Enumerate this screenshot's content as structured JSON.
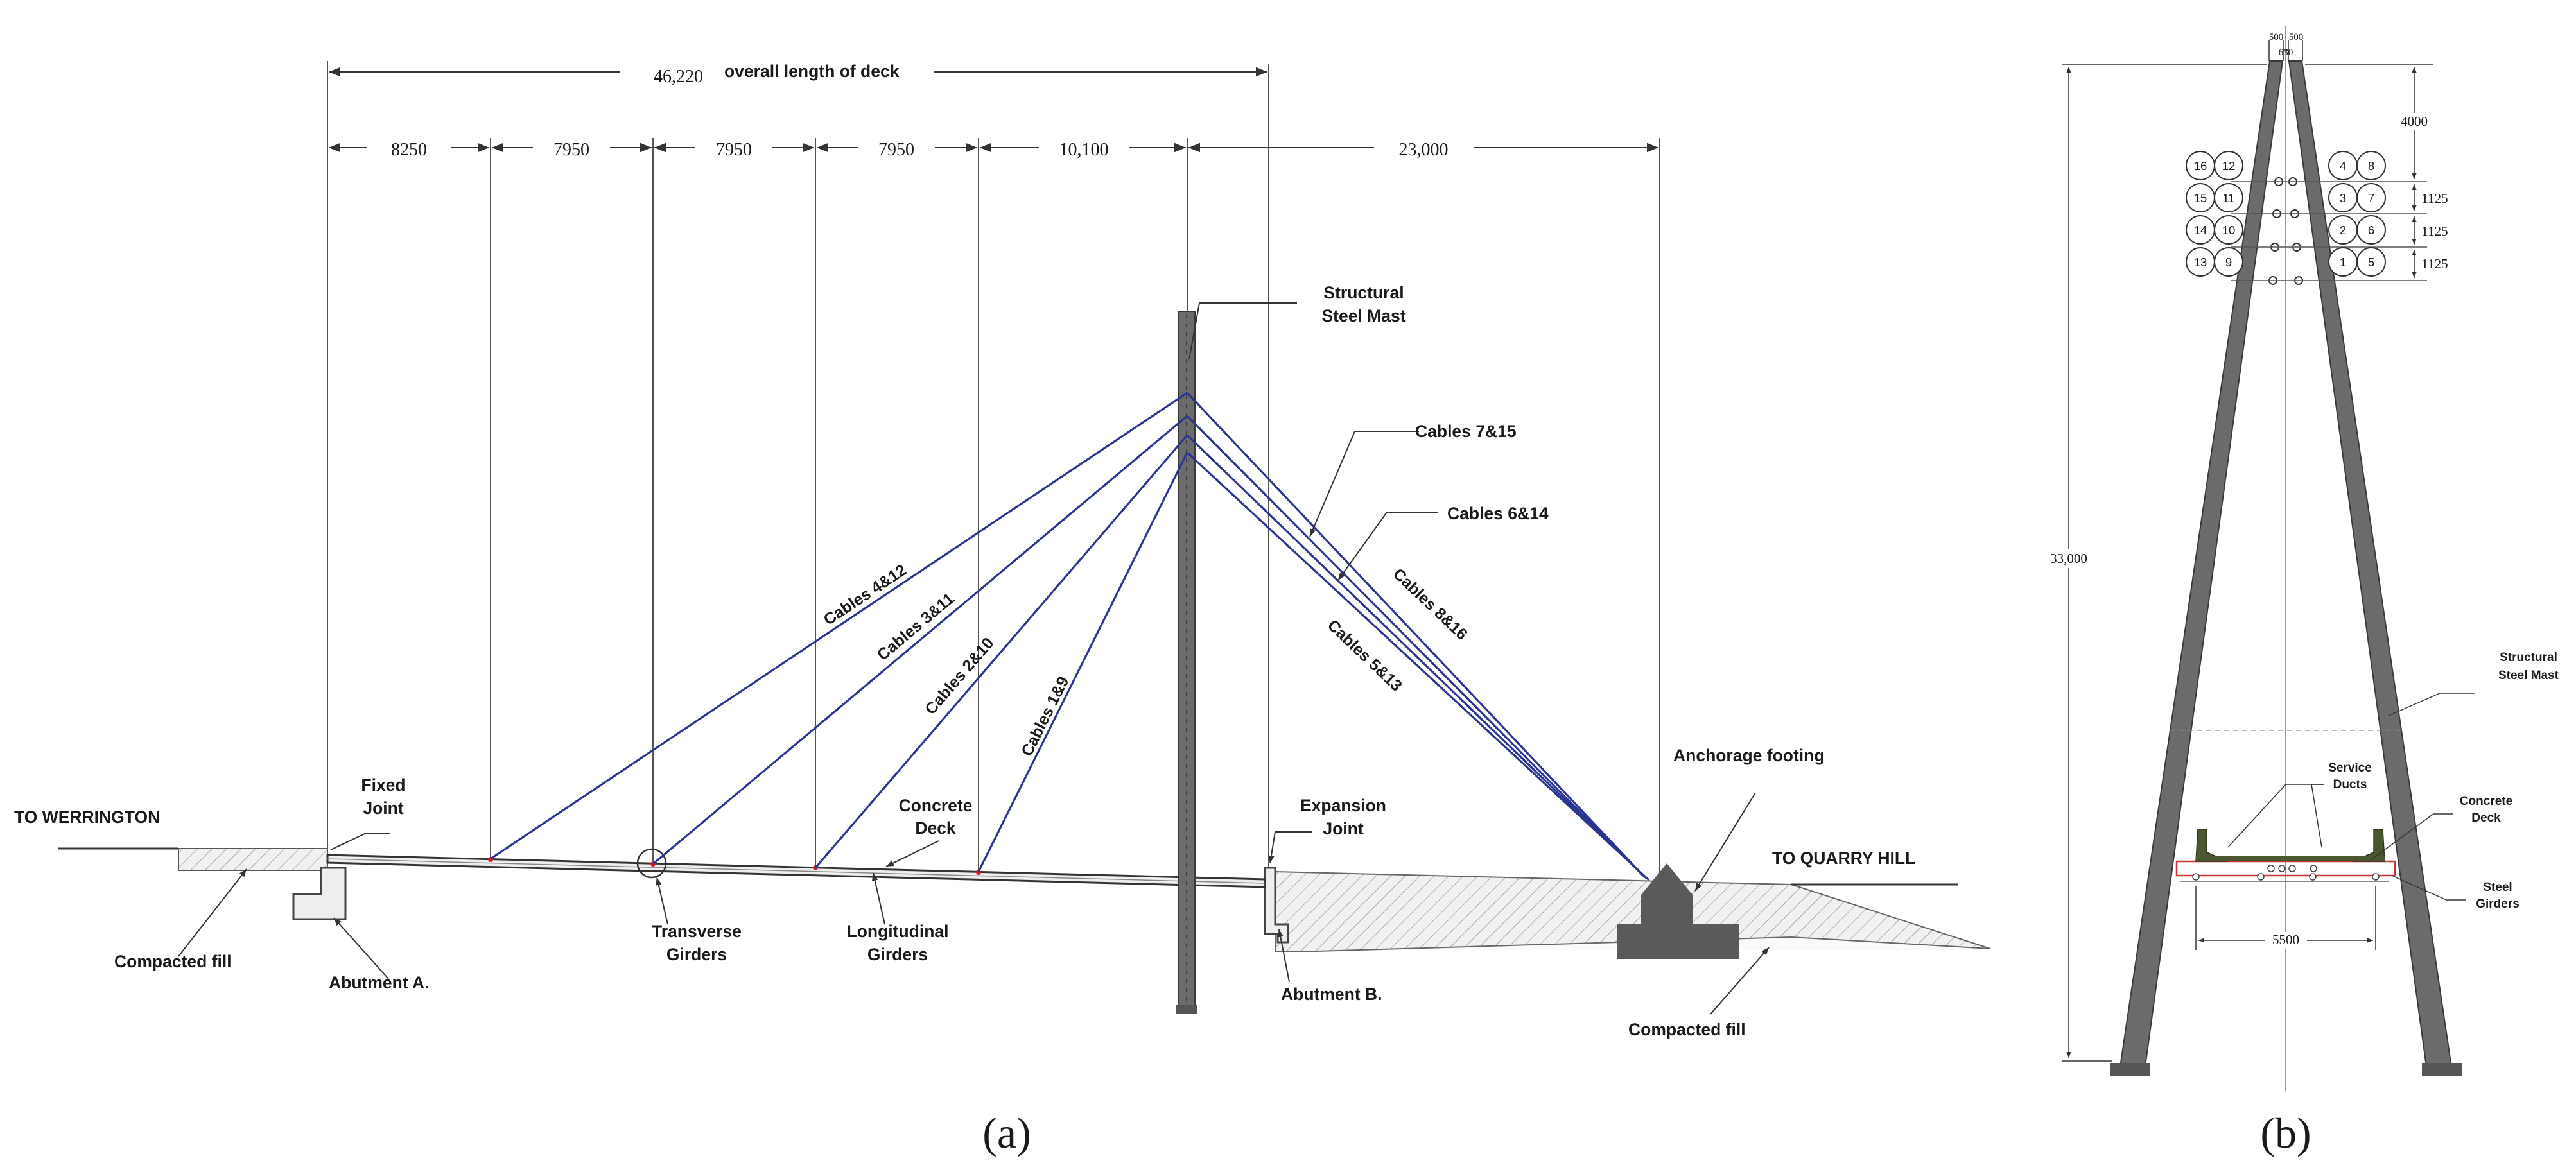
{
  "panel_a": {
    "overall_dim_value": "46,220",
    "overall_dim_label": "overall length of deck",
    "spans": [
      "8250",
      "7950",
      "7950",
      "7950",
      "10,100",
      "23,000"
    ],
    "cables": {
      "c4_12": "Cables 4&12",
      "c3_11": "Cables 3&11",
      "c2_10": "Cables 2&10",
      "c1_9": "Cables 1&9",
      "c7_15": "Cables 7&15",
      "c6_14": "Cables 6&14",
      "c8_16": "Cables 8&16",
      "c5_13": "Cables 5&13"
    },
    "labels": {
      "to_werrington": "TO WERRINGTON",
      "to_quarry_hill": "TO QUARRY HILL",
      "fixed_joint_1": "Fixed",
      "fixed_joint_2": "Joint",
      "compacted_fill_left": "Compacted fill",
      "abutment_a": "Abutment A.",
      "transverse_girders_1": "Transverse",
      "transverse_girders_2": "Girders",
      "longitudinal_girders_1": "Longitudinal",
      "longitudinal_girders_2": "Girders",
      "concrete_deck_1": "Concrete",
      "concrete_deck_2": "Deck",
      "structural_steel_mast_1": "Structural",
      "structural_steel_mast_2": "Steel Mast",
      "expansion_joint_1": "Expansion",
      "expansion_joint_2": "Joint",
      "abutment_b": "Abutment B.",
      "anchorage_footing": "Anchorage footing",
      "compacted_fill_right": "Compacted fill"
    },
    "caption": "(a)"
  },
  "panel_b": {
    "top_dims": [
      "500",
      "500"
    ],
    "top_gap": "630",
    "height_dim": "33,000",
    "vertical_dims": [
      "4000",
      "1125",
      "1125",
      "1125"
    ],
    "left_cable_rows": [
      [
        "16",
        "12"
      ],
      [
        "15",
        "11"
      ],
      [
        "14",
        "10"
      ],
      [
        "13",
        "9"
      ]
    ],
    "right_cable_rows": [
      [
        "4",
        "8"
      ],
      [
        "3",
        "7"
      ],
      [
        "2",
        "6"
      ],
      [
        "1",
        "5"
      ]
    ],
    "deck_width": "5500",
    "labels": {
      "structural_steel_mast_1": "Structural",
      "structural_steel_mast_2": "Steel Mast",
      "service_ducts_1": "Service",
      "service_ducts_2": "Ducts",
      "concrete_deck_1": "Concrete",
      "concrete_deck_2": "Deck",
      "steel_girders_1": "Steel",
      "steel_girders_2": "Girders"
    },
    "caption": "(b)"
  },
  "colors": {
    "cable": "#2b3590",
    "mast": "#6b6b6b",
    "line": "#333333",
    "anchor_block": "#5a5a5a",
    "fill_hatch": "#9a9a9a",
    "girder_marker": "#cc2222",
    "deck_outline_b": "#cc3333",
    "service_duct": "#4a5630"
  }
}
